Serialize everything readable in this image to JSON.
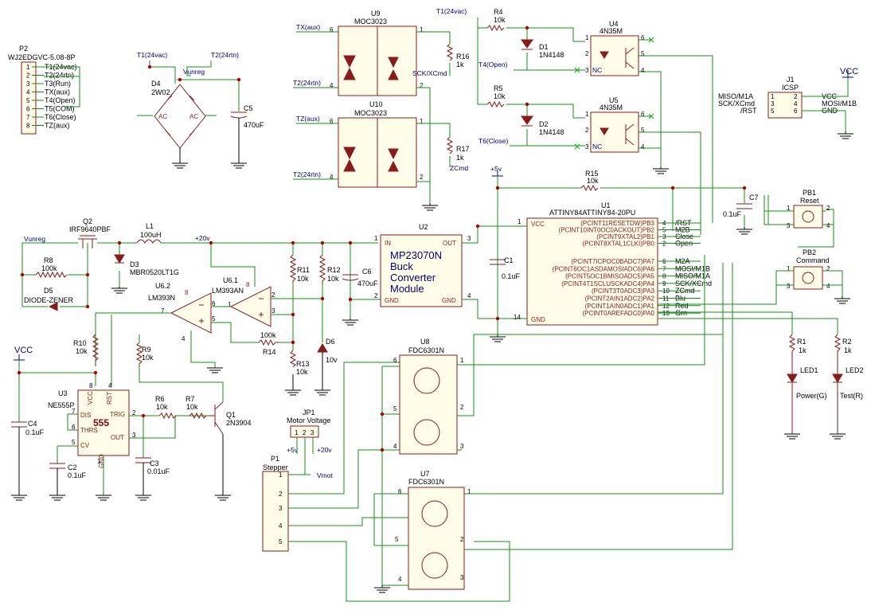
{
  "p2": {
    "ref": "P2",
    "value": "WJ2EDGVC-5.08-8P",
    "pins": [
      "1",
      "2",
      "3",
      "4",
      "5",
      "6",
      "7",
      "8"
    ],
    "labels": [
      "T1(24vac)",
      "T2(24rtn)",
      "T3(Run)",
      "TX(aux)",
      "T4(Open)",
      "T5(COM)",
      "T6(Close)",
      "TZ(aux)"
    ]
  },
  "bridge": {
    "ref": "D4",
    "value": "2W02",
    "ac": "AC",
    "t1": "T1(24vac)",
    "t2": "T2(24rtn)",
    "vunreg": "Vunreg"
  },
  "c5": {
    "ref": "C5",
    "value": "470uF"
  },
  "u9": {
    "ref": "U9",
    "value": "MOC3023",
    "in": "TX(aux)",
    "rtn": "T2(24rtn)",
    "p6": "6",
    "p4": "4",
    "p1": "1",
    "p2": "2"
  },
  "u10": {
    "ref": "U10",
    "value": "MOC3023",
    "in": "TZ(aux)",
    "rtn": "T2(24rtn)",
    "p6": "6",
    "p4": "4",
    "p1": "1",
    "p2": "2"
  },
  "r16": {
    "ref": "R16",
    "value": "1k",
    "net": "SCK/XCmd"
  },
  "r17": {
    "ref": "R17",
    "value": "1k",
    "net": "ZCmd"
  },
  "r4": {
    "ref": "R4",
    "value": "10k",
    "net": "T1(24vac)"
  },
  "r5": {
    "ref": "R5",
    "value": "10k"
  },
  "d1": {
    "ref": "D1",
    "value": "1N4148",
    "net": "T4(Open)"
  },
  "d2": {
    "ref": "D2",
    "value": "1N4148",
    "net": "T6(Close)"
  },
  "u4": {
    "ref": "U4",
    "value": "4N35M",
    "nc": "NC",
    "p1": "1",
    "p2": "2",
    "p3": "3",
    "p4": "4",
    "p5": "5",
    "p6": "6"
  },
  "u5": {
    "ref": "U5",
    "value": "4N35M",
    "nc": "NC",
    "p1": "1",
    "p2": "2",
    "p3": "3",
    "p4": "4",
    "p5": "5",
    "p6": "6"
  },
  "j1": {
    "ref": "J1",
    "value": "ICSP",
    "left": [
      "MISO/M1A",
      "SCK/XCmd",
      "/RST"
    ],
    "right": [
      "VCC",
      "MOSI/M1B",
      "GND"
    ],
    "pl": [
      "1",
      "3",
      "5"
    ],
    "pr": [
      "2",
      "4",
      "6"
    ]
  },
  "vcc_top": "VCC",
  "plus5": "+5v",
  "r15": {
    "ref": "R15",
    "value": "10k"
  },
  "c7": {
    "ref": "C7",
    "value": "0.1uF"
  },
  "pb1": {
    "ref": "PB1",
    "value": "Reset",
    "pins": [
      "1",
      "2",
      "3",
      "4"
    ]
  },
  "pb2": {
    "ref": "PB2",
    "value": "Command",
    "pins": [
      "1",
      "2",
      "3",
      "4"
    ]
  },
  "q2": {
    "ref": "Q2",
    "value": "IRF9640PBF"
  },
  "l1": {
    "ref": "L1",
    "value": "100uH"
  },
  "plus20": "+20v",
  "vunreg2": "Vunreg",
  "d3": {
    "ref": "D3",
    "value": "MBR0520LT1G"
  },
  "r8": {
    "ref": "R8",
    "value": "100k"
  },
  "d5": {
    "ref": "D5",
    "value": "DIODE-ZENER"
  },
  "u2": {
    "ref": "U2",
    "line1": "MP23070N",
    "line2": "Buck",
    "line3": "Converter",
    "line4": "Module",
    "in": "IN",
    "out": "OUT",
    "gnd1": "GND",
    "gnd2": "GND",
    "p1": "1",
    "p2": "2",
    "p3": "3",
    "p4": "4"
  },
  "c6": {
    "ref": "C6",
    "value": "470uF"
  },
  "c1": {
    "ref": "C1",
    "value": "0.1uF"
  },
  "u1": {
    "ref": "U1",
    "value": "ATTINY84ATTINY84-20PU",
    "vcc": "VCC",
    "gnd": "GND",
    "p1": "1",
    "p14": "14",
    "pins_b": [
      "(PCINT11RESETDW)PB3",
      "(PCINT10INT0OC0ACKOUT)PB2",
      "(PCINT9XTAL2)PB1",
      "(PCINT8XTAL1CLKI)PB0"
    ],
    "nums_b": [
      "4",
      "5",
      "3",
      "2"
    ],
    "nets_b": [
      "/RST",
      "M2B",
      "Close",
      "Open"
    ],
    "pins_a": [
      "(PCINT7ICPOC0BADC7)PA7",
      "(PCINT6OC1ASDAMOSIADC6)PA6",
      "(PCINT5OC1BMISOADC5)PA5",
      "(PCINT4T1SCLUSCKADC4)PA4",
      "(PCINT3T0ADC3)PA3",
      "(PCINT2AIN1ADC2)PA2",
      "(PCINT1AIN0ADC1)PA1",
      "(PCINT0AREFADC0)PA0"
    ],
    "nums_a": [
      "6",
      "7",
      "8",
      "9",
      "10",
      "11",
      "12",
      "13"
    ],
    "nets_a": [
      "M2A",
      "MOSI/M1B",
      "MISO/M1A",
      "SCK/XCmd",
      "ZCmd",
      "Blu",
      "Red",
      "Grn"
    ]
  },
  "u6_1": {
    "ref": "U6.1",
    "value": "LM393AN",
    "p1": "1",
    "p2": "2",
    "p3": "3",
    "p8": "8"
  },
  "u6_2": {
    "ref": "U6.2",
    "value": "LM393N",
    "p4": "4",
    "p5": "5",
    "p6": "6",
    "p7": "7",
    "p8": "8"
  },
  "r11": {
    "ref": "R11",
    "value": "10k"
  },
  "r12": {
    "ref": "R12",
    "value": "10k"
  },
  "r13": {
    "ref": "R13",
    "value": "10k"
  },
  "r14": {
    "ref": "R14",
    "value": "100k"
  },
  "d6": {
    "ref": "D6",
    "value": "10v"
  },
  "vcc_left": "VCC",
  "r10": {
    "ref": "R10",
    "value": "10k"
  },
  "r9": {
    "ref": "R9",
    "value": "10k"
  },
  "c4": {
    "ref": "C4",
    "value": "0.1uF"
  },
  "u3": {
    "ref": "U3",
    "value": "NE555P",
    "big": "555",
    "vcc": "VCC",
    "rst": "RST",
    "dis": "DIS",
    "thrs": "THRS",
    "trig": "TRIG",
    "cv": "CV",
    "out": "OUT",
    "gnd": "GND",
    "p8": "8",
    "p4": "4",
    "p7": "7",
    "p6": "6",
    "p2": "2",
    "p5": "5",
    "p3": "3",
    "p1": "1"
  },
  "c2": {
    "ref": "C2",
    "value": "0.1uF"
  },
  "c3": {
    "ref": "C3",
    "value": "0.01uF"
  },
  "r6": {
    "ref": "R6",
    "value": "10k"
  },
  "r7": {
    "ref": "R7",
    "value": "10k"
  },
  "q1": {
    "ref": "Q1",
    "value": "2N3904"
  },
  "jp1": {
    "ref": "JP1",
    "value": "Motor Voltage",
    "left": "+5v",
    "right": "+20v",
    "pins": [
      "1",
      "2",
      "3"
    ]
  },
  "p1": {
    "ref": "P1",
    "value": "Stepper",
    "pins": [
      "1",
      "2",
      "3",
      "4",
      "5"
    ],
    "vmot": "Vmot"
  },
  "u8": {
    "ref": "U8",
    "value": "FDC6301N",
    "pins": [
      "6",
      "1",
      "5",
      "2",
      "4",
      "3"
    ]
  },
  "u7": {
    "ref": "U7",
    "value": "FDC6301N",
    "pins": [
      "6",
      "1",
      "5",
      "2",
      "4",
      "3"
    ]
  },
  "r1": {
    "ref": "R1",
    "value": "1k"
  },
  "r2": {
    "ref": "R2",
    "value": "1k"
  },
  "led1": {
    "ref": "LED1",
    "value": "Power(G)"
  },
  "led2": {
    "ref": "LED2",
    "value": "Test(R)"
  }
}
